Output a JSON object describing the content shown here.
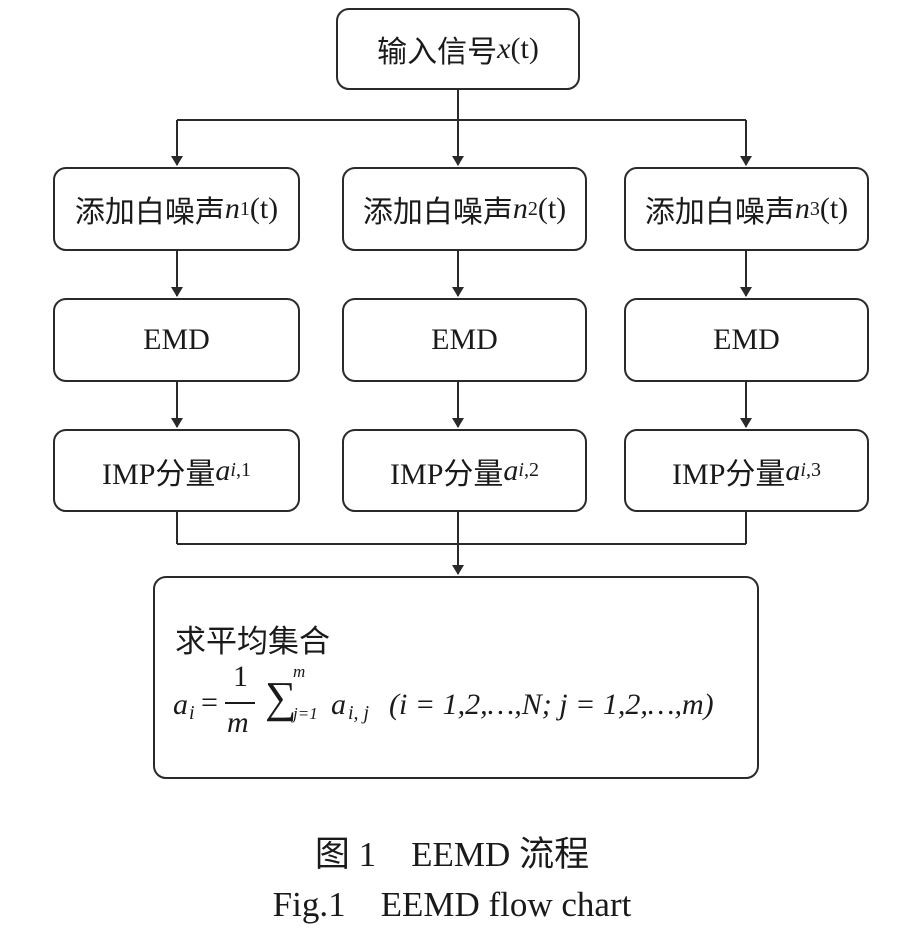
{
  "input": {
    "prefix": "输入信号",
    "var": "x",
    "arg": "(t)"
  },
  "noise": [
    {
      "prefix": "添加白噪声",
      "var": "n",
      "sub": "1",
      "arg": "(t)"
    },
    {
      "prefix": "添加白噪声",
      "var": "n",
      "sub": "2",
      "arg": "(t)"
    },
    {
      "prefix": "添加白噪声",
      "var": "n",
      "sub": "3",
      "arg": "(t)"
    }
  ],
  "emd": [
    "EMD",
    "EMD",
    "EMD"
  ],
  "imp": [
    {
      "prefix": "IMP分量",
      "var": "a",
      "sub_var": "i",
      "sub_num": ",1"
    },
    {
      "prefix": "IMP分量",
      "var": "a",
      "sub_var": "i",
      "sub_num": ",2"
    },
    {
      "prefix": "IMP分量",
      "var": "a",
      "sub_var": "i",
      "sub_num": ",3"
    }
  ],
  "final": {
    "title": "求平均集合",
    "lhs": "a",
    "lhs_sub": "i",
    "equals": "=",
    "numerator": "1",
    "denominator": "m",
    "sum_symbol": "∑",
    "sum_upper": "m",
    "sum_lower": "j=1",
    "term": "a",
    "term_sub": "i, j",
    "condition": "(i = 1,2,…,N; j = 1,2,…,m)"
  },
  "caption": {
    "cn": "图 1　EEMD 流程",
    "en": "Fig.1　EEMD flow chart"
  }
}
